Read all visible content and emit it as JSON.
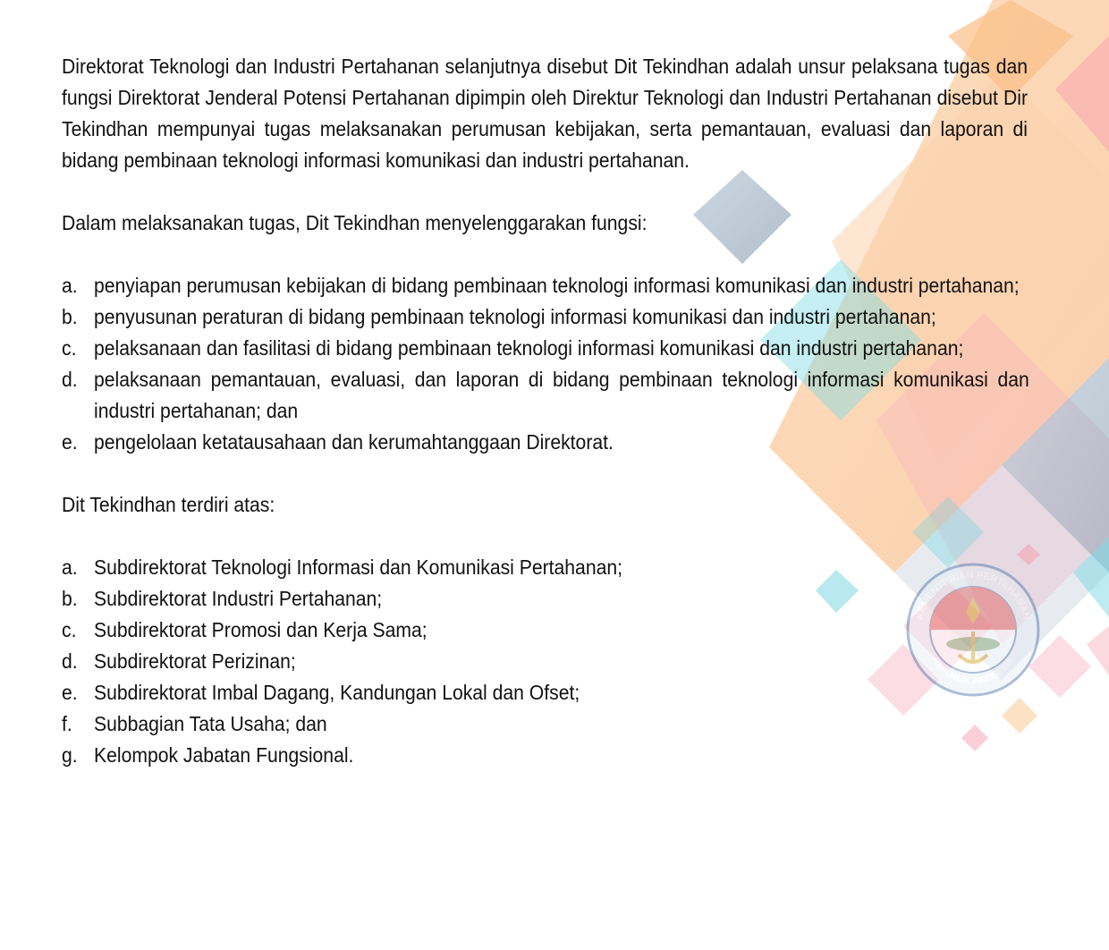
{
  "intro": "Direktorat Teknologi dan Industri Pertahanan selanjutnya disebut Dit Tekindhan adalah unsur pelaksana tugas dan fungsi Direktorat Jenderal Potensi Pertahanan dipimpin oleh Direktur Teknologi dan Industri Pertahanan disebut Dir Tekindhan mempunyai tugas melaksanakan perumusan kebijakan, serta pemantauan, evaluasi dan laporan di bidang pembinaan teknologi informasi komunikasi dan industri pertahanan.",
  "functions_intro": "Dalam melaksanakan tugas, Dit Tekindhan menyelenggarakan fungsi:",
  "functions": [
    {
      "marker": "a.",
      "text": "penyiapan perumusan kebijakan di bidang pembinaan teknologi informasi komunikasi dan industri pertahanan;"
    },
    {
      "marker": "b.",
      "text": "penyusunan peraturan di bidang pembinaan teknologi informasi komunikasi dan industri pertahanan;"
    },
    {
      "marker": "c.",
      "text": "pelaksanaan dan fasilitasi di bidang pembinaan teknologi informasi komunikasi dan industri pertahanan;"
    },
    {
      "marker": "d.",
      "text": "pelaksanaan pemantauan, evaluasi, dan laporan di bidang pembinaan teknologi informasi komunikasi dan industri pertahanan; dan"
    },
    {
      "marker": "e.",
      "text": "pengelolaan ketatausahaan dan kerumahtanggaan Direktorat."
    }
  ],
  "structure_intro": "Dit Tekindhan terdiri atas:",
  "structure": [
    {
      "marker": "a.",
      "text": "Subdirektorat Teknologi Informasi dan Komunikasi Pertahanan;"
    },
    {
      "marker": "b.",
      "text": "Subdirektorat Industri Pertahanan;"
    },
    {
      "marker": "c.",
      "text": "Subdirektorat Promosi dan Kerja Sama;"
    },
    {
      "marker": "d.",
      "text": "Subdirektorat Perizinan;"
    },
    {
      "marker": "e.",
      "text": "Subdirektorat Imbal Dagang, Kandungan Lokal dan Ofset;"
    },
    {
      "marker": "f.",
      "text": "Subbagian Tata Usaha; dan"
    },
    {
      "marker": "g.",
      "text": "Kelompok Jabatan Fungsional."
    }
  ],
  "emblem": {
    "top_text": "KEMENTERIAN PERTAHANAN",
    "bottom_text": "REPUBLIK INDONESIA"
  },
  "colors": {
    "orange": "#f9b97a",
    "pink": "#f59fb0",
    "teal": "#6fd3df",
    "steel": "#8fa5b8",
    "peach": "#fbd0a8",
    "emblem_ring": "#4a6fa5",
    "emblem_red": "#d9534f",
    "emblem_gold": "#d4a017"
  },
  "icons": {
    "emblem": "kemhan-emblem-icon"
  }
}
